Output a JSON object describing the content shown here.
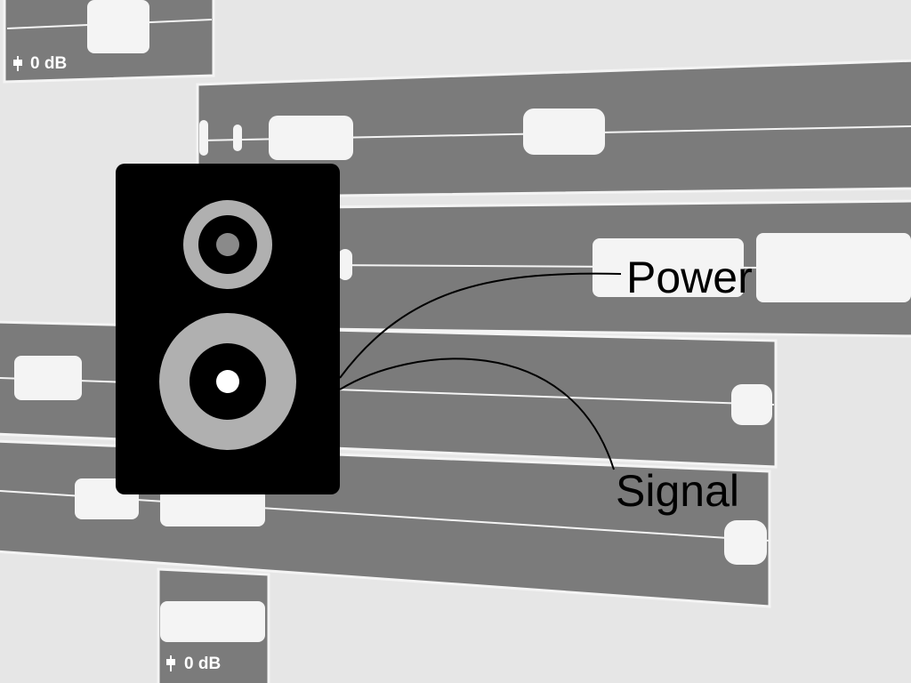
{
  "labels": {
    "power": "Power",
    "signal": "Signal"
  },
  "regions": [
    {
      "gain": "0 dB"
    },
    {
      "gain": "0 dB"
    }
  ],
  "icons": [
    "speaker-icon",
    "fader-icon"
  ],
  "colors": {
    "background": "#e6e6e6",
    "region": "#7b7b7b",
    "waveform": "#f2f2f2",
    "speaker": "#000000"
  }
}
